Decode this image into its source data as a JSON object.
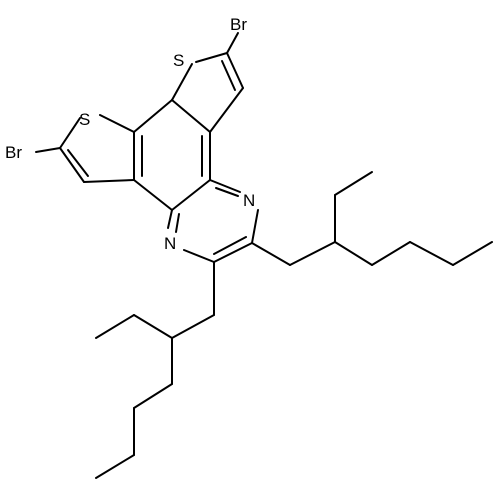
{
  "molecule": {
    "atom_labels": {
      "br_top": "Br",
      "br_left": "Br",
      "s_top": "S",
      "s_left": "S",
      "n_right": "N",
      "n_left": "N"
    }
  }
}
